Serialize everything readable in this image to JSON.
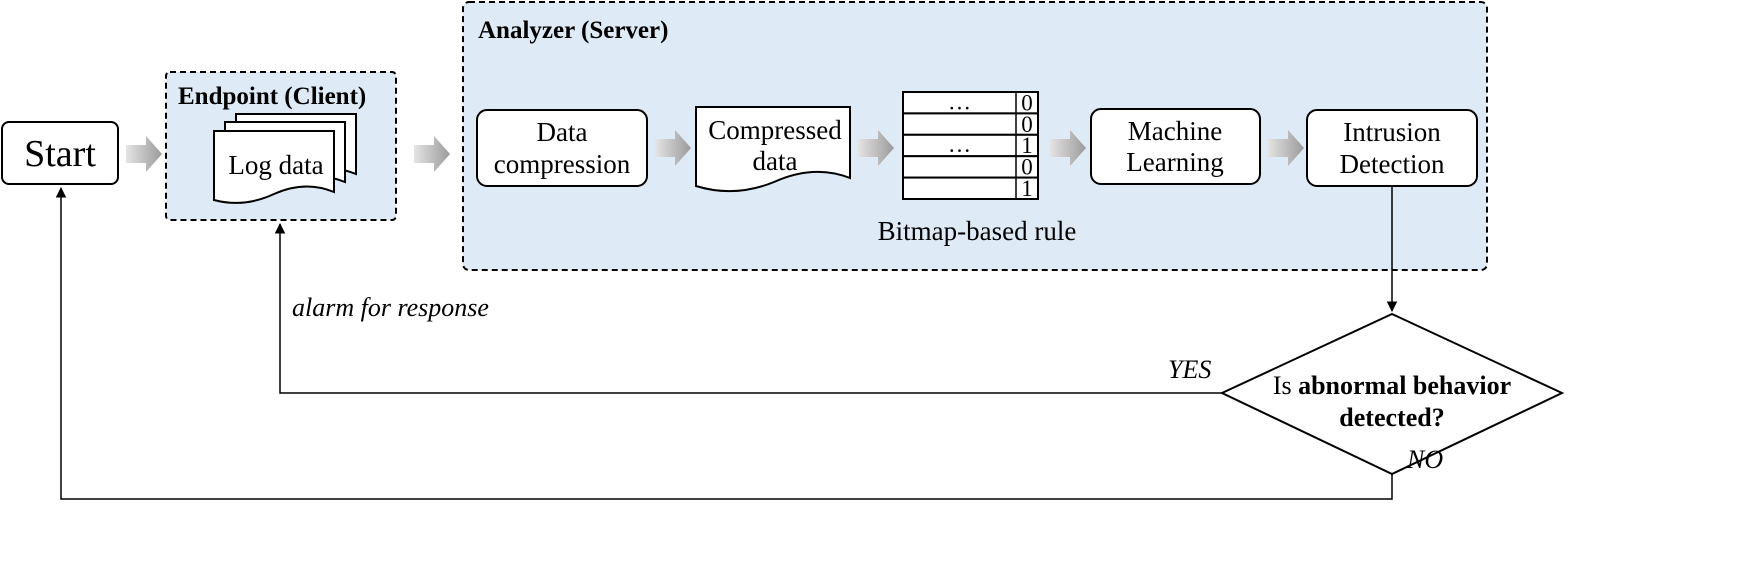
{
  "start": {
    "label": "Start"
  },
  "endpoint": {
    "title": "Endpoint (Client)",
    "log_data": "Log data"
  },
  "analyzer": {
    "title": "Analyzer (Server)",
    "data_compression": [
      "Data",
      "compression"
    ],
    "compressed_data": [
      "Compressed",
      "data"
    ],
    "bitmap": {
      "rows": [
        {
          "label": "…",
          "bit": "0"
        },
        {
          "label": "",
          "bit": "0"
        },
        {
          "label": "…",
          "bit": "1"
        },
        {
          "label": "",
          "bit": "0"
        },
        {
          "label": "",
          "bit": "1"
        }
      ],
      "caption": "Bitmap-based rule"
    },
    "machine_learning": [
      "Machine",
      "Learning"
    ],
    "intrusion_detection": [
      "Intrusion",
      "Detection"
    ]
  },
  "decision": {
    "prefix": "Is ",
    "bold_line1": "abnormal behavior",
    "bold_line2": "detected?"
  },
  "labels": {
    "alarm": "alarm for response",
    "yes": "YES",
    "no": "NO"
  },
  "colors": {
    "region_fill": "#deeaf6",
    "arrow_gray": "#a6a6a6",
    "line": "#000000"
  }
}
